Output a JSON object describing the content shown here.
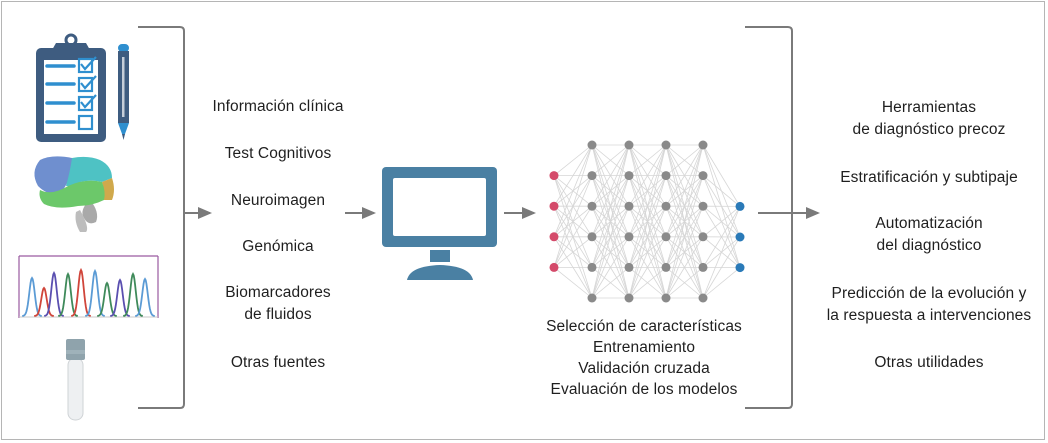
{
  "inputs": {
    "icons": [
      "clipboard-checklist-icon",
      "pencil-icon",
      "brain-icon",
      "dna-sequencing-chromatogram-icon",
      "blood-test-tube-icon"
    ],
    "items": [
      {
        "lines": [
          "Información clínica"
        ]
      },
      {
        "lines": [
          "Test Cognitivos"
        ]
      },
      {
        "lines": [
          "Neuroimagen"
        ]
      },
      {
        "lines": [
          "Genómica"
        ]
      },
      {
        "lines": [
          "Biomarcadores",
          "de fluidos"
        ]
      },
      {
        "lines": [
          "Otras fuentes"
        ]
      }
    ]
  },
  "processing": {
    "icon": "computer-monitor-icon",
    "network": {
      "layers": [
        4,
        6,
        6,
        6,
        6,
        3
      ],
      "input_color": "#d44a6a",
      "hidden_color": "#8a8a8a",
      "output_color": "#2a7ab8"
    },
    "steps": [
      "Selección de características",
      "Entrenamiento",
      "Validación cruzada",
      "Evaluación de los modelos"
    ]
  },
  "outputs": {
    "items": [
      {
        "lines": [
          "Herramientas",
          "de diagnóstico precoz"
        ]
      },
      {
        "lines": [
          "Estratificación y subtipaje"
        ]
      },
      {
        "lines": [
          "Automatización",
          "del diagnóstico"
        ]
      },
      {
        "lines": [
          "Predicción de la evolución y",
          "la respuesta a intervenciones"
        ]
      },
      {
        "lines": [
          "Otras utilidades"
        ]
      }
    ]
  },
  "colors": {
    "bracket": "#7a7a7a",
    "arrow": "#7a7a7a",
    "clipboard": "#3e5c80",
    "check": "#2f8fcf",
    "monitor": "#4a80a3"
  }
}
